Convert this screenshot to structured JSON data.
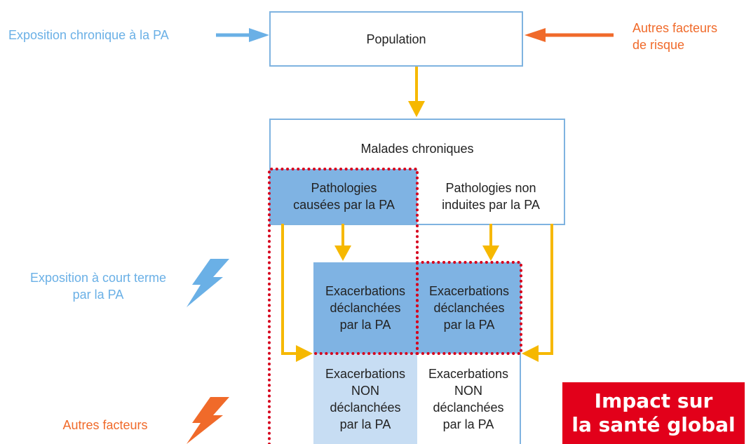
{
  "labels": {
    "exposition_chronique": "Exposition chronique à la PA",
    "autres_facteurs_risque": "Autres facteurs\nde risque",
    "exposition_court_terme": "Exposition à court terme\npar la PA",
    "autres_facteurs": "Autres facteurs"
  },
  "boxes": {
    "population": "Population",
    "malades_chroniques": "Malades chroniques",
    "pathologies_causees": "Pathologies\ncausées par la PA",
    "pathologies_non_induites": "Pathologies non\ninduites par la PA",
    "exacerbations_dec_left": "Exacerbations\ndéclanchées\npar la PA",
    "exacerbations_dec_right": "Exacerbations\ndéclanchées\npar la PA",
    "exacerbations_non_left": "Exacerbations\nNON\ndéclanchées\npar la PA",
    "exacerbations_non_right": "Exacerbations\nNON\ndéclanchées\npar la PA"
  },
  "impact": "Impact sur\nla santé global",
  "colors": {
    "blue_outline": "#7fb3e0",
    "blue_fill": "#7fb3e3",
    "blue_light": "#c7ddf3",
    "yellow_arrow": "#f6b800",
    "orange": "#f06a2a",
    "red": "#e2001a",
    "dotted_red": "#d6001c"
  }
}
